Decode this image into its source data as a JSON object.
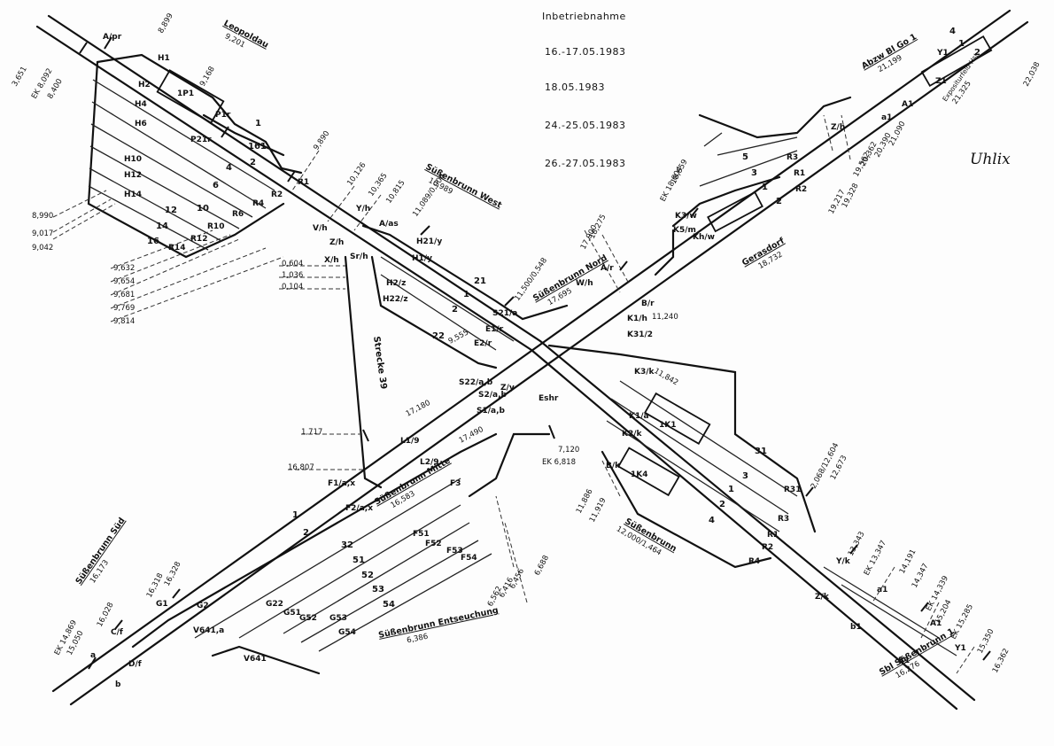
{
  "header": {
    "title": "Inbetriebnahme",
    "dates": [
      "16.-17.05.1983",
      "18.05.1983",
      "24.-25.05.1983",
      "26.-27.05.1983"
    ]
  },
  "signature": "Uhlix",
  "stations": {
    "leopoldau": {
      "name": "Leopoldau",
      "km": "9,201"
    },
    "abzw_go": {
      "name": "Abzw Bl Go 1",
      "km": "21,199"
    },
    "expositur": {
      "name": "Expositurfeld Hst",
      "km": "21,325"
    },
    "suessenbrunn_west": {
      "name": "Süßenbrunn West",
      "km": "10,989"
    },
    "suessenbrunn_west_km": "11,089/0,006",
    "suessenbrunn_nord": {
      "name": "Süßenbrunn Nord",
      "km": "17,695"
    },
    "suessenbrunn_nord_km": "11,500/0,548",
    "gerasdorf": {
      "name": "Gerasdorf",
      "km": "18,732"
    },
    "suessenbrunn_mitte": {
      "name": "Süßenbrunn Mitte",
      "km": "16,583"
    },
    "suessenbrunn": {
      "name": "Süßenbrunn",
      "km": "12,000/1,464"
    },
    "suessenbrunn_sued": {
      "name": "Süßenbrunn Süd",
      "km": "16,173"
    },
    "entseuchung": {
      "name": "Süßenbrunn Entseuchung",
      "km": "6,386"
    },
    "sbl": {
      "name": "Sbl Süßenbrunn 1",
      "km": "16,276"
    },
    "strecke": "Strecke 39"
  },
  "track_numbers": {
    "leopoldau": [
      "1",
      "161",
      "2",
      "4",
      "6",
      "10",
      "12",
      "14",
      "16"
    ],
    "north": [
      "21",
      "1",
      "2",
      "22"
    ],
    "gerasdorf": [
      "5",
      "3",
      "1",
      "2"
    ],
    "southeast": [
      "31",
      "3",
      "1",
      "2",
      "4"
    ],
    "south": [
      "1",
      "2",
      "32",
      "51",
      "52",
      "53",
      "54"
    ],
    "right": [
      "4",
      "2",
      "1"
    ]
  },
  "signals": {
    "leopoldau": [
      "A/pr",
      "H1",
      "H2",
      "H4",
      "H6",
      "H10",
      "H12",
      "H14",
      "1P1",
      "P1r",
      "P21r",
      "R1",
      "R2",
      "R4",
      "R6",
      "R10",
      "R12",
      "R14"
    ],
    "mid_north": [
      "Y/h",
      "Z/h",
      "X/h",
      "Sr/h",
      "V/h",
      "A/as",
      "H21/y",
      "H1/y",
      "H2/z",
      "H22/z",
      "S21/a",
      "E1/r",
      "E2/r",
      "S22/a,b",
      "W/h",
      "A/r",
      "B/r",
      "K1/h",
      "K31/2"
    ],
    "gerasdorf": [
      "Z/h",
      "Y1",
      "Z1",
      "A1",
      "a1",
      "R3",
      "R1",
      "R2",
      "K3/w",
      "Kh/w",
      "K5/m"
    ],
    "center": [
      "S2/a,b",
      "S1/a,b",
      "Z/y",
      "L1/9",
      "L2/9",
      "F1/a,x",
      "F2/a,x",
      "F3",
      "Eshr",
      "K3/k",
      "K1/a",
      "K2/k",
      "1K1",
      "1K4",
      "B/k"
    ],
    "southeast": [
      "R31",
      "R3",
      "R1",
      "R2",
      "R4",
      "Z/k",
      "Y/k",
      "a1",
      "b1",
      "B1",
      "A1",
      "Y1"
    ],
    "southwest": [
      "G1",
      "G2",
      "G22",
      "G51",
      "G52",
      "G53",
      "G54",
      "F51",
      "F52",
      "F53",
      "F54",
      "V641",
      "V641,a",
      "C/f",
      "D/f",
      "a",
      "b"
    ]
  },
  "km_values": {
    "top_left": [
      "3,651",
      "EK 8,092",
      "8,400",
      "8,899",
      "9,168"
    ],
    "left_list_a": [
      "8,990",
      "9,017",
      "9,042"
    ],
    "left_list_b": [
      "9,632",
      "9,654",
      "9,681",
      "9,769",
      "9,814"
    ],
    "mid_list": [
      "0,604",
      "1,036",
      "0,104"
    ],
    "top_mid": [
      "9,890",
      "10,126",
      "10,365",
      "10,815"
    ],
    "top_right": [
      "22,038",
      "21,090",
      "20,390",
      "20,362",
      "19,562",
      "19,328",
      "19,217",
      "18,659",
      "EK 18,604",
      "18,275",
      "17,900",
      "11,240"
    ],
    "center": [
      "11,842",
      "17,180",
      "1,717",
      "17,490",
      "16,807",
      "7,120",
      "EK 6,818",
      "9,555",
      "11,886",
      "11,919"
    ],
    "right_mid": [
      "2,068/12,604",
      "12,673"
    ],
    "bottom_right": [
      "13,343",
      "EK 13,347",
      "14,191",
      "14,347",
      "EK 14,339",
      "15,204",
      "EK 15,285",
      "15,350",
      "16,362"
    ],
    "bottom_left": [
      "16,328",
      "16,318",
      "16,028",
      "15,050",
      "EK 14,869"
    ],
    "bottom_mid": [
      "6,688",
      "6,456",
      "6,416",
      "6,562"
    ]
  }
}
